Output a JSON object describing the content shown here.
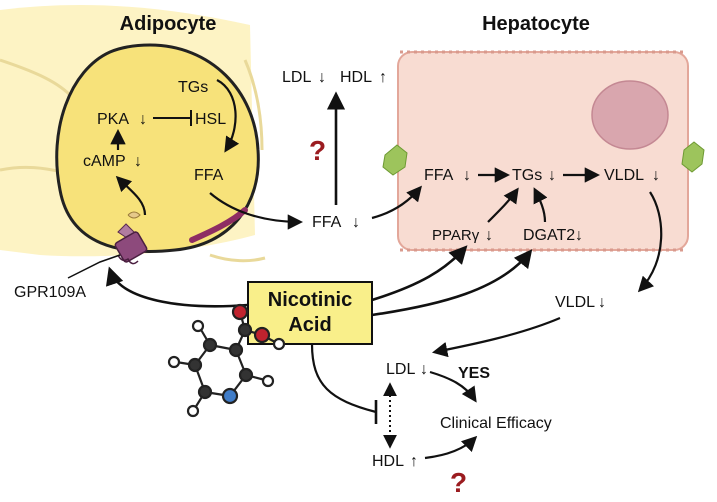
{
  "titles": {
    "adipocyte": "Adipocyte",
    "hepatocyte": "Hepatocyte"
  },
  "drug": {
    "line1": "Nicotinic",
    "line2": "Acid"
  },
  "adipocyte": {
    "tgs": "TGs",
    "pka": "PKA",
    "hsl": "HSL",
    "camp": "cAMP",
    "ffa": "FFA",
    "receptor": "GPR109A"
  },
  "plasma": {
    "ffa": "FFA",
    "ldl": "LDL",
    "hdl": "HDL",
    "vldl": "VLDL"
  },
  "hepatocyte": {
    "ffa": "FFA",
    "tgs": "TGs",
    "vldl": "VLDL",
    "ppar": "PPARγ",
    "dgat2": "DGAT2"
  },
  "outcome": {
    "ldl": "LDL",
    "hdl": "HDL",
    "yes": "YES",
    "clinical": "Clinical Efficacy",
    "question": "?"
  },
  "arrows": {
    "down": "↓",
    "up": "↑"
  },
  "colors": {
    "adipocyte_fill": "#f7e27a",
    "adipocyte_bg": "#fdf3c4",
    "hepatocyte_fill": "#f8dcd2",
    "nucleus": "#d9a6ae",
    "drug_box": "#f9ef8a",
    "question": "#9b1c20",
    "junction": "#9dc45c",
    "receptor": "#7a3d6b"
  }
}
